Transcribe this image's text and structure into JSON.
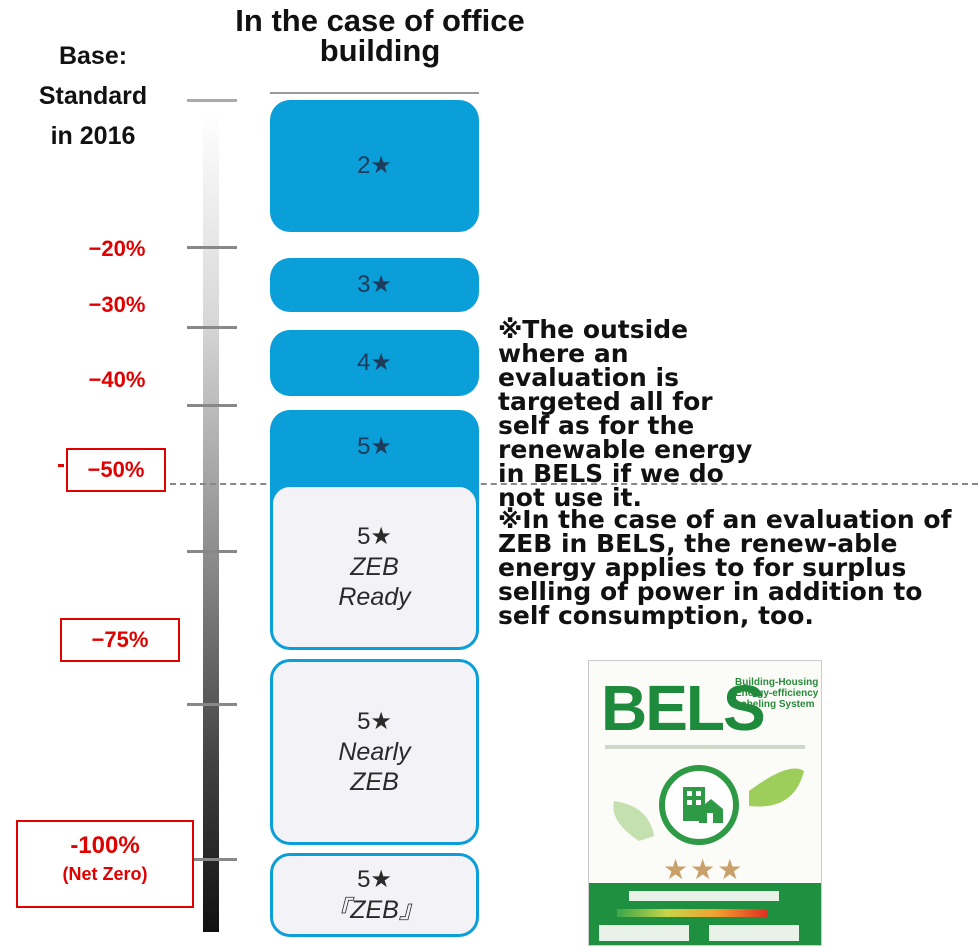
{
  "title": "In the case of office building",
  "base": {
    "line1": "Base:",
    "line2": "Standard",
    "line3": "in 2016"
  },
  "levels": [
    {
      "pct": "−20%"
    },
    {
      "pct": "−30%"
    },
    {
      "pct": "−40%"
    },
    {
      "pct": "−50%"
    },
    {
      "pct": "−75%"
    },
    {
      "pct": "-100%",
      "sub": "(Net Zero)"
    }
  ],
  "boxes": [
    {
      "rating": "2★",
      "sub": ""
    },
    {
      "rating": "3★",
      "sub": ""
    },
    {
      "rating": "4★",
      "sub": ""
    },
    {
      "rating": "5★",
      "sub": ""
    },
    {
      "rating": "5★",
      "sub": "ZEB Ready"
    },
    {
      "rating": "5★",
      "sub": "Nearly ZEB"
    },
    {
      "rating": "5★",
      "sub": "『ZEB』"
    }
  ],
  "notes": {
    "note1": "※The outside where an evaluation is targeted all for self as for the renewable energy in BELS if we do not use it.",
    "note2": "※In the case of an evaluation of ZEB in BELS, the renew-able energy applies to for surplus selling of power in addition to self consumption, too."
  },
  "bels": {
    "logo": "BELS",
    "system": "Building-Housing Energy-efficiency Labeling System",
    "stars": "★★★"
  },
  "colors": {
    "blue": "#0a9fd8",
    "red": "#e00000",
    "green": "#1f8f40"
  }
}
